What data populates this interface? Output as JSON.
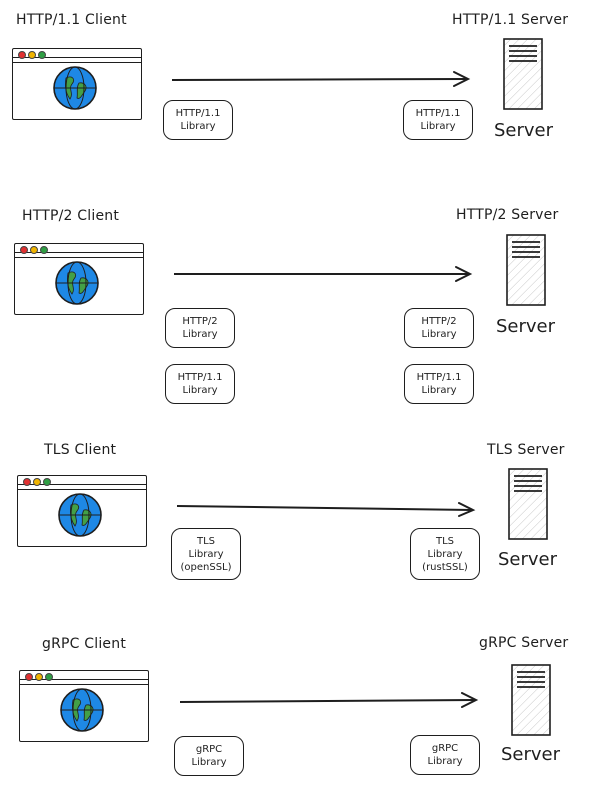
{
  "rows": [
    {
      "client_title": "HTTP/1.1 Client",
      "server_title": "HTTP/1.1 Server",
      "client_libs": [
        [
          "HTTP/1.1",
          "Library"
        ]
      ],
      "server_libs": [
        [
          "HTTP/1.1",
          "Library"
        ]
      ],
      "server_label": "Server"
    },
    {
      "client_title": "HTTP/2 Client",
      "server_title": "HTTP/2 Server",
      "client_libs": [
        [
          "HTTP/2",
          "Library"
        ],
        [
          "HTTP/1.1",
          "Library"
        ]
      ],
      "server_libs": [
        [
          "HTTP/2",
          "Library"
        ],
        [
          "HTTP/1.1",
          "Library"
        ]
      ],
      "server_label": "Server"
    },
    {
      "client_title": "TLS Client",
      "server_title": "TLS Server",
      "client_libs": [
        [
          "TLS",
          "Library",
          "(openSSL)"
        ]
      ],
      "server_libs": [
        [
          "TLS",
          "Library",
          "(rustSSL)"
        ]
      ],
      "server_label": "Server"
    },
    {
      "client_title": "gRPC Client",
      "server_title": "gRPC Server",
      "client_libs": [
        [
          "gRPC",
          "Library"
        ]
      ],
      "server_libs": [
        [
          "gRPC",
          "Library"
        ]
      ],
      "server_label": "Server"
    }
  ],
  "colors": {
    "stroke": "#1e1e1e",
    "globe": "#1e88e5",
    "land": "#43a047",
    "dot_red": "#e03131",
    "dot_yellow": "#f0b400",
    "dot_green": "#2f9e44"
  },
  "icons": [
    "browser-window-icon",
    "globe-icon",
    "server-icon",
    "arrow-right-icon"
  ]
}
